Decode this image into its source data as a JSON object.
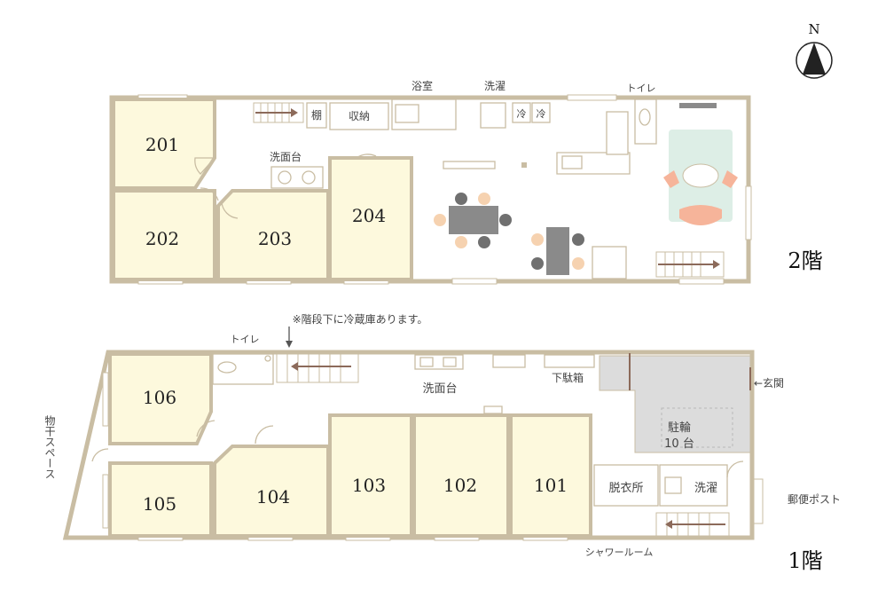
{
  "compass": {
    "label": "N"
  },
  "floors": [
    {
      "key": "f2",
      "label": "2階"
    },
    {
      "key": "f1",
      "label": "1階"
    }
  ],
  "rooms": {
    "r201": "201",
    "r202": "202",
    "r203": "203",
    "r204": "204",
    "r106": "106",
    "r105": "105",
    "r104": "104",
    "r103": "103",
    "r102": "102",
    "r101": "101"
  },
  "labels2": {
    "bath": "浴室",
    "laundry": "洗濯",
    "toilet": "トイレ",
    "shelf": "棚",
    "storage": "収納",
    "sink": "洗面台",
    "fridge_a": "冷",
    "fridge_b": "冷"
  },
  "labels1": {
    "note": "※階段下に冷蔵庫あります。",
    "toilet": "トイレ",
    "sink": "洗面台",
    "shoe_box": "下駄箱",
    "entrance": "←玄関",
    "bike": "駐輪",
    "bike_count": "10 台",
    "drying_space": "物干スペース",
    "changing": "脱衣所",
    "laundry": "洗濯",
    "mailbox": "郵便ポスト",
    "shower": "シャワールーム"
  },
  "colors": {
    "wall": "#c9bda3",
    "room_fill": "#fdf9dd",
    "bike_area": "#dcdcdc",
    "rug": "#ddeee6",
    "chair": "#f6d2b0",
    "table": "#8a8a8a",
    "cushion": "#f6b49a",
    "arrow": "#8c6a5a"
  }
}
